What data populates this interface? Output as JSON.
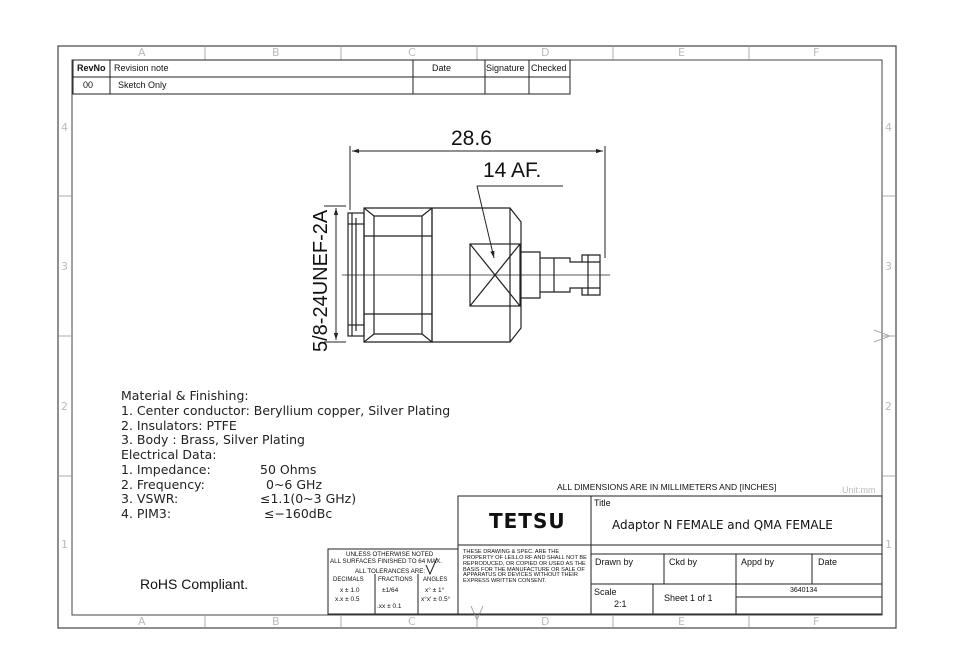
{
  "border": {
    "zones_top": [
      "A",
      "B",
      "C",
      "D",
      "E",
      "F"
    ],
    "zones_bottom": [
      "A",
      "B",
      "C",
      "D",
      "E",
      "F"
    ],
    "rows_left": [
      "4",
      "3",
      "2",
      "1"
    ],
    "rows_right": [
      "4",
      "3",
      "2",
      "1"
    ]
  },
  "revision": {
    "headers": {
      "rev": "RevNo",
      "note": "Revision note",
      "date": "Date",
      "signature": "Signature",
      "checked": "Checked"
    },
    "rows": [
      {
        "rev": "00",
        "note": "Sketch Only",
        "date": "",
        "signature": "",
        "checked": ""
      }
    ]
  },
  "dimensions": {
    "length": "28.6",
    "hex": "14 AF.",
    "thread": "5/8-24UNEF-2A"
  },
  "notes": {
    "material_heading": "Material & Finishing:",
    "material": [
      "1. Center conductor: Beryllium copper, Silver Plating",
      "2. Insulators: PTFE",
      "3. Body : Brass, Silver Plating"
    ],
    "electrical_heading": "Electrical Data:",
    "electrical": [
      {
        "label": "1. Impedance:",
        "value": "50 Ohms"
      },
      {
        "label": "2. Frequency:",
        "value": "0~6  GHz"
      },
      {
        "label": "3. VSWR:",
        "value": "≤1.1(0~3 GHz)"
      },
      {
        "label": "4. PIM3:",
        "value": "≤−160dBc"
      }
    ],
    "rohs": "RoHS Compliant."
  },
  "title_block": {
    "dims_note": "ALL DIMENSIONS ARE IN MILLIMETERS AND [INCHES]",
    "unit": "Unit:mm",
    "company": "TETSU",
    "title_label": "Title",
    "title": "Adaptor  N  FEMALE  and  QMA  FEMALE",
    "drawn_by": "Drawn by",
    "ckd_by": "Ckd by",
    "appd_by": "Appd by",
    "date": "Date",
    "scale_label": "Scale",
    "scale": "2:1",
    "sheet": "Sheet 1 of 1",
    "part_no": "3640134",
    "property_note": "THESE DRAWING & SPEC. ARE THE PROPERTY OF LEILLO RF AND SHALL NOT BE REPRODUCED, OR COPIED OR USED AS THE BASIS FOR THE MANUFACTURE OR SALE OF APPARATUS OR DEVICES WITHOUT THEIR EXPRESS WRITTEN CONSENT.",
    "tolerance": {
      "line1": "UNLESS OTHERWISE NOTED",
      "line2": "ALL SURFACES FINISHED TO 64 MAX.",
      "line3": "ALL TOLERANCES ARE:",
      "headers": [
        "DECIMALS",
        "FRACTIONS",
        "ANGLES"
      ],
      "decimals": [
        "x ± 1.0",
        "x.x ± 0.5",
        ".xx ± 0.1"
      ],
      "fractions": [
        "±1/64"
      ],
      "angles": [
        "x° ± 1°",
        "x°x' ± 0.5°"
      ]
    }
  }
}
